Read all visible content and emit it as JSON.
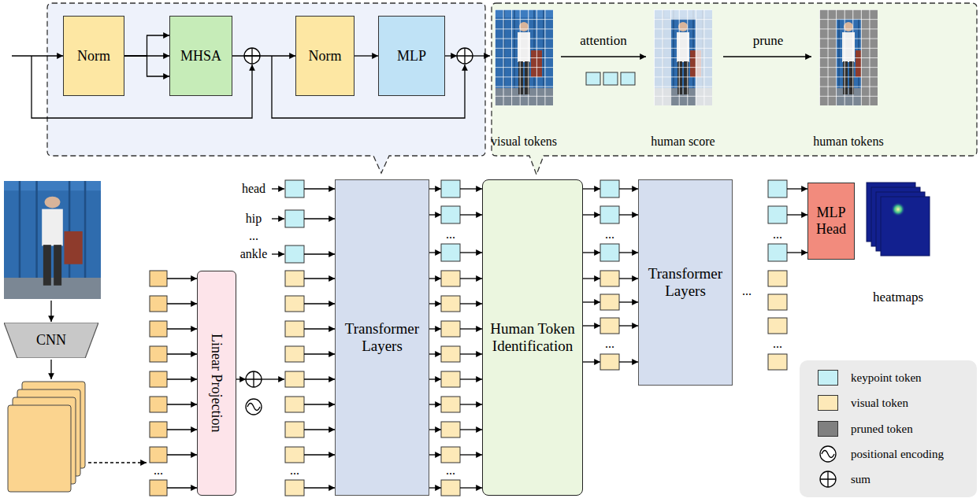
{
  "diagram": {
    "nodes": [
      {
        "text": [
          "Norm"
        ]
      },
      {
        "text": [
          "MHSA"
        ]
      },
      {
        "text": [
          "Norm"
        ]
      },
      {
        "text": [
          "MLP"
        ]
      },
      {
        "text": [
          "CNN"
        ]
      },
      {
        "text": [
          "Linear Projection"
        ]
      },
      {
        "text": [
          "Transformer Layers"
        ]
      },
      {
        "text": [
          "Human Token Identification"
        ]
      },
      {
        "text": [
          "Transformer Layers"
        ]
      },
      {
        "text": [
          "MLP Head"
        ]
      }
    ],
    "edges": [
      {
        "from": 0,
        "to": 1,
        "arrow": "to"
      },
      {
        "from": 1,
        "to": 2,
        "arrow": "to"
      },
      {
        "from": 2,
        "to": 3,
        "arrow": "to"
      }
    ],
    "labels": [
      "attention",
      "prune",
      "visual tokens",
      "human score",
      "human tokens",
      "head",
      "hip",
      "...",
      "ankle",
      "...",
      "...",
      "...",
      "...",
      "...",
      "...",
      "...",
      "...",
      "...",
      "heatmaps"
    ],
    "legend": [
      {
        "text": "keypoint token",
        "color": "#c5f0f6"
      },
      {
        "text": "visual token",
        "color": "#fde9b8"
      },
      {
        "text": "pruned token",
        "color": "#808080"
      },
      {
        "text": "positional encoding"
      },
      {
        "text": "sum"
      }
    ]
  }
}
